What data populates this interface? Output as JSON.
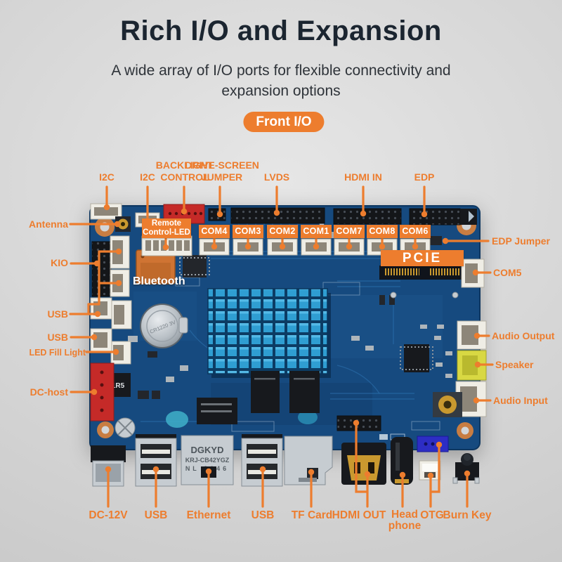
{
  "header": {
    "title": "Rich I/O and Expansion",
    "subtitle_line1": "A wide array of I/O ports for flexible connectivity and",
    "subtitle_line2": "expansion options",
    "badge": "Front I/O"
  },
  "colors": {
    "accent": "#ED7D2E",
    "pcb_blue": "#164A7F",
    "heatsink_blue": "#2F9ED2",
    "title": "#1B2530"
  },
  "board": {
    "pcie_label": "PCIE",
    "bluetooth_label": "Bluetooth",
    "remote_label": "Remote\nControl-LED",
    "com_row": [
      "COM4",
      "COM3",
      "COM2",
      "COM1",
      "COM7",
      "COM8",
      "COM6"
    ],
    "ethernet_print_1": "DGKYD",
    "ethernet_print_2": "KRJ-CB42YGZ",
    "ethernet_print_3": "NL 2046",
    "battery_print": "CR1220 3V",
    "inductor_print": "1R5"
  },
  "callouts": {
    "i2c_a": "I2C",
    "i2c_b": "I2C",
    "backlight": "BACKLIGHT\nCONTROL",
    "drive_screen": "DRIVE-SCREEN\nJUMPER",
    "lvds": "LVDS",
    "hdmi_in": "HDMI IN",
    "edp": "EDP",
    "antenna": "Antenna",
    "kio": "KIO",
    "usb_left_1": "USB",
    "usb_left_2": "USB",
    "led_fill_light": "LED Fill Light",
    "dc_host": "DC-host",
    "edp_jumper": "EDP Jumper",
    "com5": "COM5",
    "audio_output": "Audio Output",
    "speaker": "Speaker",
    "audio_input": "Audio Input",
    "dc_12v": "DC-12V",
    "usb_bottom_1": "USB",
    "ethernet": "Ethernet",
    "usb_bottom_2": "USB",
    "tf_card": "TF Card",
    "hdmi_out": "HDMI OUT",
    "headphone": "Head\nphone",
    "otg": "OTG",
    "burn_key": "Burn Key"
  }
}
